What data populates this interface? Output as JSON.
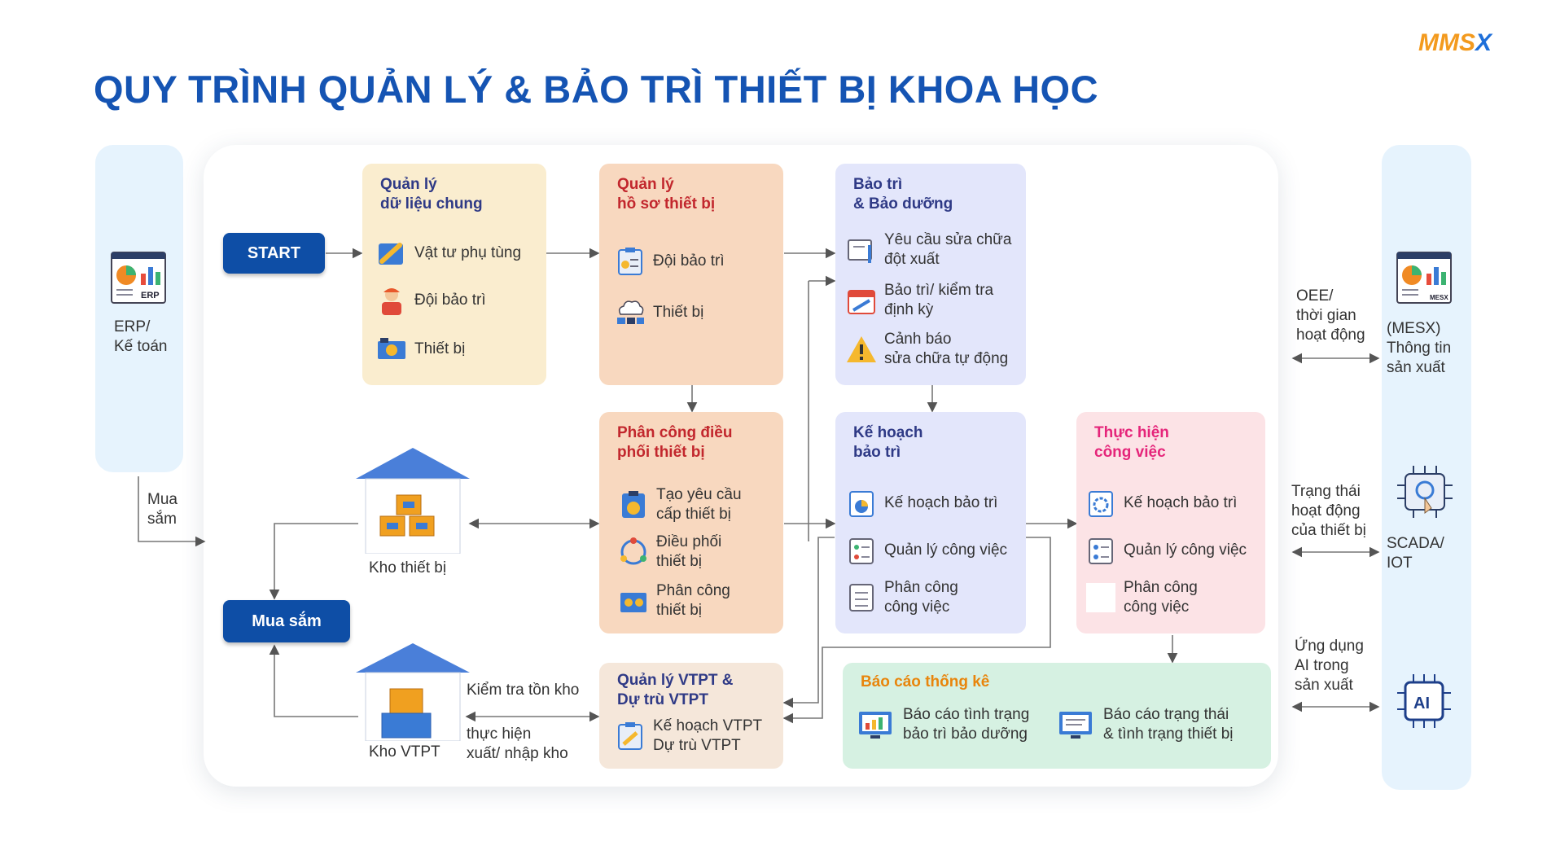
{
  "title": "QUY TRÌNH QUẢN LÝ & BẢO TRÌ THIẾT BỊ KHOA HỌC",
  "brand": {
    "m": "MMS",
    "x": "X"
  },
  "start_label": "START",
  "purchase_label": "Mua sắm",
  "left_system": {
    "icon_tag": "ERP",
    "label": "ERP/\nKế toán",
    "arrow_note": "Mua\nsắm"
  },
  "right_systems": [
    {
      "label": "(MESX)\nThông tin\nsản xuất",
      "icon_tag": "MESX",
      "note": "OEE/\nthời gian\nhoạt động"
    },
    {
      "label": "SCADA/\nIOT",
      "note": "Trạng thái\nhoạt động\ncủa thiết bị"
    },
    {
      "label": "AI",
      "note": "Ứng dụng\nAI  trong\nsản xuất"
    }
  ],
  "boxes": {
    "master_data": {
      "title": "Quản lý\ndữ liệu chung",
      "items": [
        "Vật tư phụ tùng",
        "Đội bảo trì",
        "Thiết bị"
      ]
    },
    "equipment_records": {
      "title": "Quản lý\nhồ sơ thiết bị",
      "items": [
        "Đội bảo trì",
        "Thiết bị"
      ]
    },
    "maintenance": {
      "title": "Bảo trì\n& Bảo dưỡng",
      "items": [
        "Yêu cầu sửa chữa\nđột xuất",
        "Bảo trì/ kiểm tra\nđịnh kỳ",
        "Cảnh báo\nsửa chữa tự động"
      ]
    },
    "allocation": {
      "title": "Phân công điều\nphối thiết bị",
      "items": [
        "Tạo yêu cầu\ncấp thiết bị",
        "Điều phối\nthiết bị",
        "Phân công\nthiết bị"
      ]
    },
    "plan": {
      "title": "Kế hoạch\nbảo trì",
      "items": [
        "Kế hoạch bảo trì",
        "Quản lý công việc",
        "Phân công\ncông việc"
      ]
    },
    "execution": {
      "title": "Thực hiện\ncông việc",
      "items": [
        "Kế hoạch bảo trì",
        "Quản lý công việc",
        "Phân công\ncông việc"
      ]
    },
    "supplies": {
      "title": "Quản lý VTPT &\nDự trù VTPT",
      "items": [
        "Kế hoạch VTPT\nDự trù VTPT"
      ]
    },
    "reports": {
      "title": "Báo cáo thống kê",
      "items": [
        "Báo cáo tình trạng\nbảo trì bảo dưỡng",
        "Báo cáo trạng thái\n& tình trạng thiết bị"
      ]
    }
  },
  "warehouses": {
    "equipment": "Kho thiết bị",
    "supplies": "Kho VTPT",
    "check_stock": "Kiểm tra tồn kho",
    "execute": "thực hiện\nxuất/ nhập kho"
  },
  "colors": {
    "title": "#1554b3",
    "pill": "#0e4ea6",
    "master_bg": "#faedcf",
    "master_title": "#2f3a86",
    "records_bg": "#f8d8bf",
    "records_title": "#c2272d",
    "maint_bg": "#e3e6fb",
    "maint_title": "#2f3a86",
    "plan_bg": "#e3e6fb",
    "exec_bg": "#fce3e6",
    "exec_title": "#e5257a",
    "supplies_bg": "#f5e7da",
    "reports_bg": "#d6f1e2",
    "reports_title": "#e8850c",
    "side_bg": "#e6f3fd",
    "roof": "#4a7fd9"
  }
}
